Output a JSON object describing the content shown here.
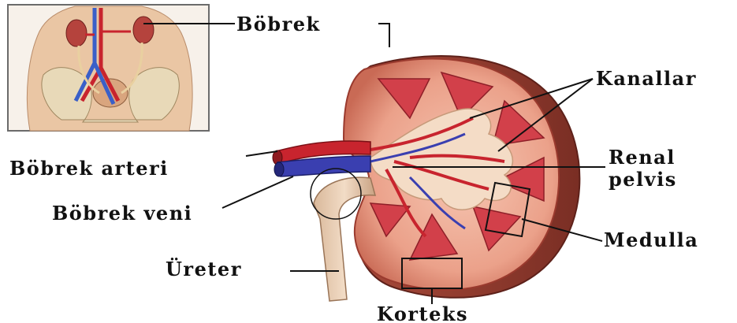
{
  "labels": {
    "bobrek": "Böbrek",
    "kanallar": "Kanallar",
    "renal_line1": "Renal",
    "renal_line2": "pelvis",
    "bobrek_arteri": "Böbrek arteri",
    "bobrek_veni": "Böbrek veni",
    "medulla": "Medulla",
    "ureter": "Üreter",
    "korteks": "Korteks"
  },
  "colors": {
    "artery": "#c8242e",
    "vein": "#3a3fb0",
    "cortex": "#e8a38e",
    "medulla": "#d9444a",
    "capsule": "#b85040",
    "pelvis": "#f3d6c0",
    "skin": "#e9c4a2"
  }
}
